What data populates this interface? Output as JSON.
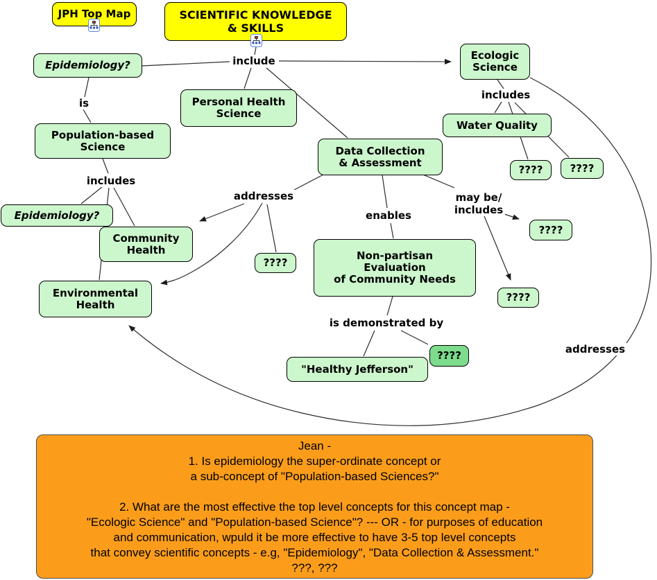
{
  "colors": {
    "node_fill": "#ccf6cc",
    "node_fill_dark": "#7cdc8c",
    "topic_fill": "#ffff00",
    "note_fill": "#fb9d1b",
    "border": "#000000",
    "line": "#2b2b2b"
  },
  "nodes": {
    "jph_top_map": "JPH Top Map",
    "scientific_knowledge": "SCIENTIFIC KNOWLEDGE\n& SKILLS",
    "epidemiology_1": "Epidemiology?",
    "personal_health_science": "Personal Health\nScience",
    "ecologic_science": "Ecologic\nScience",
    "water_quality": "Water Quality",
    "data_collection": "Data Collection\n& Assessment",
    "population_based_science": "Population-based\nScience",
    "epidemiology_2": "Epidemiology?",
    "community_health": "Community\nHealth",
    "environmental_health": "Environmental\nHealth",
    "non_partisan": "Non-partisan\nEvaluation\nof Community Needs",
    "healthy_jefferson": "\"Healthy Jefferson\"",
    "unknown_1": "????",
    "unknown_2": "????",
    "unknown_3": "????",
    "unknown_4": "????",
    "unknown_5": "????",
    "unknown_6": "????"
  },
  "links": {
    "include": "include",
    "is": "is",
    "includes_left": "includes",
    "addresses_left": "addresses",
    "enables": "enables",
    "may_be_includes": "may be/\nincludes",
    "includes_right": "includes",
    "is_demonstrated_by": "is demonstrated by",
    "addresses_right": "addresses"
  },
  "note": {
    "text": "Jean -\n1. Is epidemiology the super-ordinate concept or\na sub-concept of \"Population-based Sciences?\"\n\n2. What are the most effective the top level concepts for this concept map -\n\"Ecologic Science\"  and \"Population-based Science\"? --- OR - for purposes of education\nand communication, wpuld it be more effective to have 3-5 top level concepts\nthat convey scientific concepts - e.g, \"Epidemiology\", \"Data Collection & Assessment.\"\n???, ???"
  }
}
